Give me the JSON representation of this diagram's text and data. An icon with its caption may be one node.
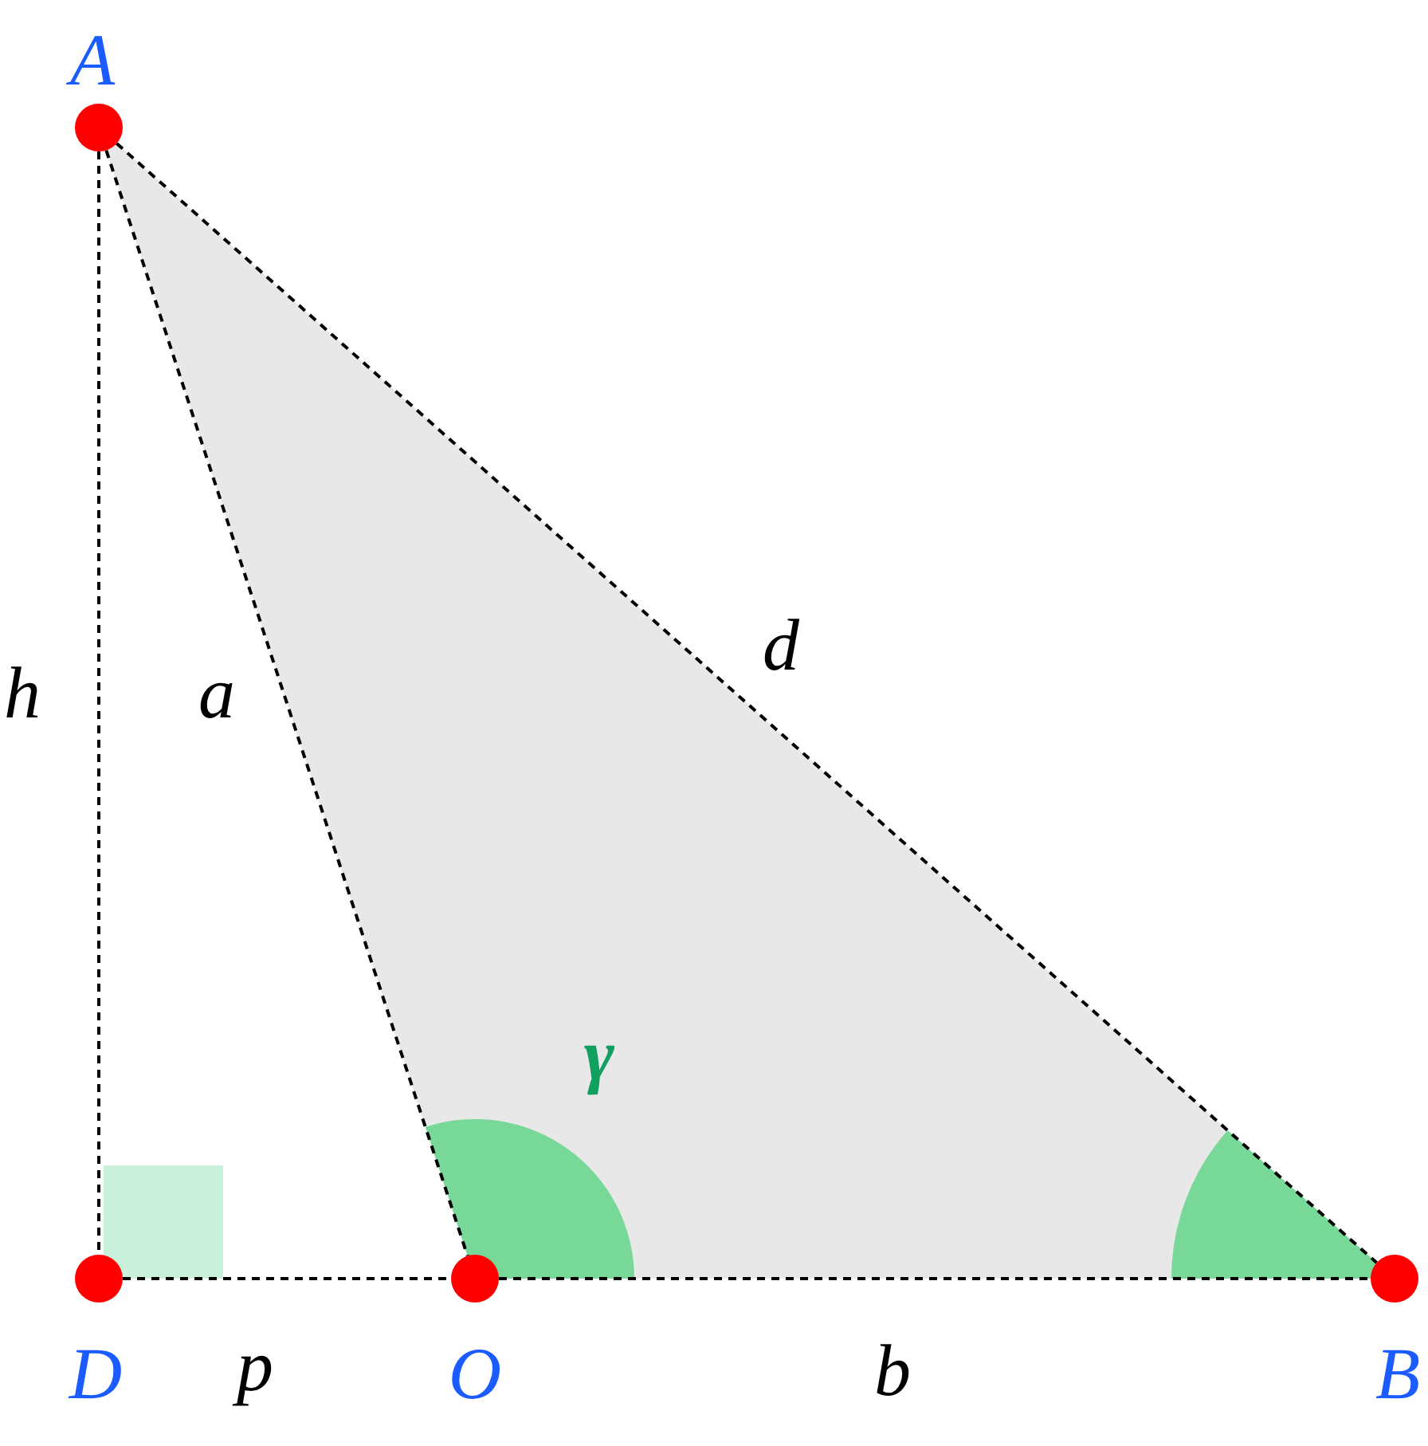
{
  "diagram": {
    "nodes": [
      {
        "text": [],
        "shape": "circle",
        "beside": [
          "A"
        ]
      },
      {
        "text": [],
        "shape": "circle",
        "beside": [
          "D"
        ]
      },
      {
        "text": [],
        "shape": "circle",
        "beside": [
          "O"
        ]
      },
      {
        "text": [],
        "shape": "circle",
        "beside": [
          "B"
        ]
      }
    ],
    "edges": [
      {
        "from": 0,
        "to": 1,
        "arrow": "none",
        "label": "h",
        "style": "dashed"
      },
      {
        "from": 0,
        "to": 2,
        "arrow": "none",
        "label": "a",
        "style": "dashed"
      },
      {
        "from": 0,
        "to": 3,
        "arrow": "none",
        "label": "d",
        "style": "dashed"
      },
      {
        "from": 1,
        "to": 2,
        "arrow": "none",
        "label": "p",
        "style": "dashed"
      },
      {
        "from": 2,
        "to": 3,
        "arrow": "none",
        "label": "b",
        "style": "dashed"
      }
    ],
    "labels": [
      "γ"
    ]
  }
}
